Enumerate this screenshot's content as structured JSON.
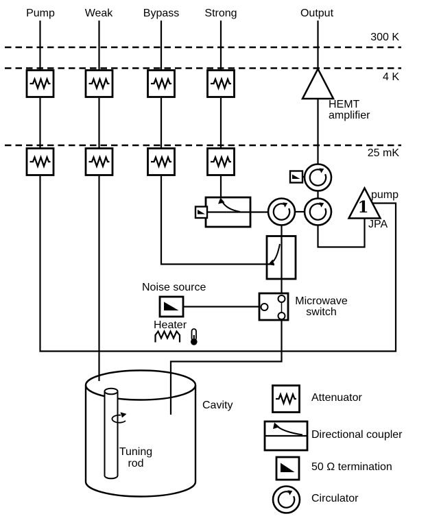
{
  "ports": {
    "pump": "Pump",
    "weak": "Weak",
    "bypass": "Bypass",
    "strong": "Strong",
    "output": "Output"
  },
  "stages": {
    "t300k": "300 K",
    "t4k": "4 K",
    "t25mk": "25 mK"
  },
  "components": {
    "hemt": {
      "line1": "HEMT",
      "line2": "amplifier"
    },
    "jpa": {
      "label": "JPA",
      "pump_port": "pump",
      "gain_symbol": "1"
    },
    "noise_source": "Noise source",
    "heater": "Heater",
    "microwave_switch": {
      "line1": "Microwave",
      "line2": "switch"
    },
    "cavity": "Cavity",
    "tuning_rod": {
      "line1": "Tuning",
      "line2": "rod"
    }
  },
  "legend": {
    "items": [
      {
        "name": "attenuator",
        "label": "Attenuator"
      },
      {
        "name": "directional-coupler",
        "label": "Directional coupler"
      },
      {
        "name": "termination",
        "label": "50 Ω termination"
      },
      {
        "name": "circulator",
        "label": "Circulator"
      }
    ]
  },
  "colors": {
    "ink": "#000000",
    "background": "#ffffff"
  }
}
